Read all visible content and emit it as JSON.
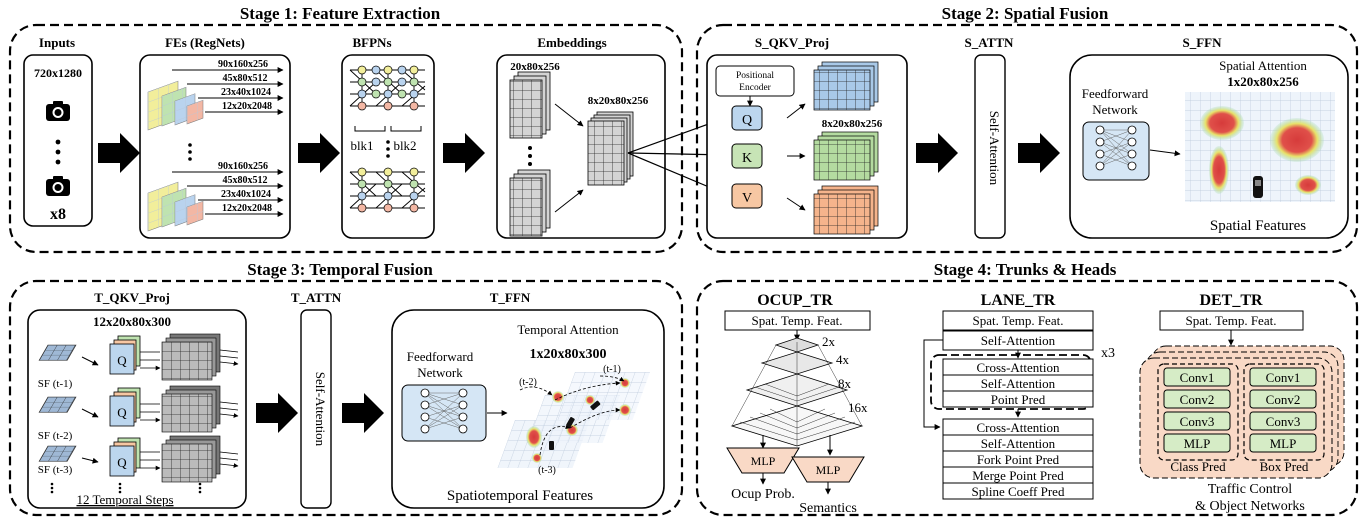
{
  "stages": {
    "s1": "Stage 1: Feature Extraction",
    "s2": "Stage 2: Spatial Fusion",
    "s3": "Stage 3: Temporal Fusion",
    "s4": "Stage 4: Trunks & Heads"
  },
  "inputs": {
    "title": "Inputs",
    "res": "720x1280",
    "dots": "•\n•\n•",
    "count": "x8"
  },
  "fes": {
    "title": "FEs (RegNets)",
    "dims": [
      "90x160x256",
      "45x80x512",
      "23x40x1024",
      "12x20x2048"
    ]
  },
  "bfpn": {
    "title": "BFPNs",
    "blk1": "blk1",
    "blk2": "blk2"
  },
  "emb": {
    "title": "Embeddings",
    "d1": "20x80x256",
    "d2": "8x20x80x256"
  },
  "s_qkv": {
    "title": "S_QKV_Proj",
    "pos": [
      "Positional",
      "Encoder"
    ],
    "q": "Q",
    "k": "K",
    "v": "V",
    "dim": "8x20x80x256"
  },
  "s_attn": {
    "title": "S_ATTN",
    "label": "Self-Attention"
  },
  "s_ffn": {
    "title": "S_FFN",
    "ffn": [
      "Feedforward",
      "Network"
    ],
    "att_title": "Spatial Attention",
    "att_dim": "1x20x80x256",
    "caption": "Spatial Features"
  },
  "t_qkv": {
    "title": "T_QKV_Proj",
    "dim": "12x20x80x300",
    "sf": [
      "SF (t-1)",
      "SF (t-2)",
      "SF (t-3)"
    ],
    "q": "Q",
    "steps": "12 Temporal Steps"
  },
  "t_attn": {
    "title": "T_ATTN",
    "label": "Self-Attention"
  },
  "t_ffn": {
    "title": "T_FFN",
    "ffn": [
      "Feedforward",
      "Network"
    ],
    "att_title": "Temporal Attention",
    "att_dim": "1x20x80x300",
    "t1": "(t-1)",
    "t2": "(t-2)",
    "t3": "(t-3)",
    "caption": "Spatiotemporal Features"
  },
  "ocup": {
    "title": "OCUP_TR",
    "feat": "Spat. Temp. Feat.",
    "scales": [
      "2x",
      "4x",
      "8x",
      "16x"
    ],
    "mlp": "MLP",
    "out1": "Ocup Prob.",
    "out2": "Semantics"
  },
  "lane": {
    "title": "LANE_TR",
    "feat": "Spat. Temp. Feat.",
    "sa": "Self-Attention",
    "rep": "x3",
    "block": [
      "Cross-Attention",
      "Self-Attention",
      "Point Pred"
    ],
    "block2": [
      "Cross-Attention",
      "Self-Attention",
      "Fork Point Pred",
      "Merge Point Pred",
      "Spline Coeff Pred"
    ]
  },
  "det": {
    "title": "DET_TR",
    "feat": "Spat. Temp. Feat.",
    "layers": [
      "Conv1",
      "Conv2",
      "Conv3",
      "MLP"
    ],
    "class": "Class Pred",
    "box": "Box Pred",
    "caption": [
      "Traffic Control",
      "& Object Networks"
    ]
  },
  "colors": {
    "q": "#bcd6ee",
    "k": "#c7e4b6",
    "v": "#f7c7a3",
    "tile_blue": "#a9c9e8",
    "tile_green": "#b4dba0",
    "tile_orange": "#f5b48c",
    "det": "#f9d9c6",
    "det_box": "#d6ecc6",
    "heat": "#d94141"
  }
}
